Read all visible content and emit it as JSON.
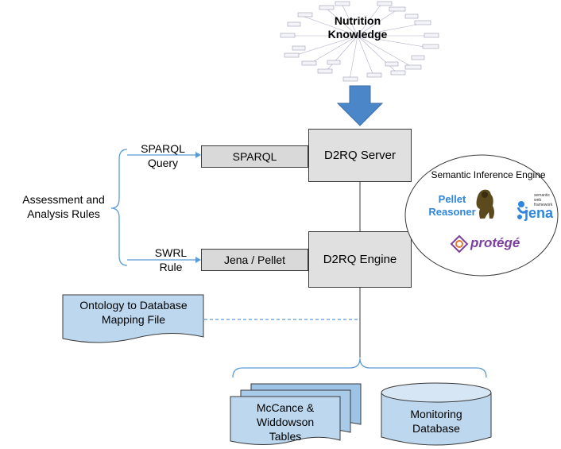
{
  "knowledge": {
    "title_line1": "Nutrition",
    "title_line2": "Knowledge"
  },
  "inputs": {
    "sparql_query_line1": "SPARQL",
    "sparql_query_line2": "Query",
    "swrl_rule_line1": "SWRL",
    "swrl_rule_line2": "Rule",
    "assessment_line1": "Assessment and",
    "assessment_line2": "Analysis Rules"
  },
  "components": {
    "sparql": "SPARQL",
    "d2rq_server": "D2RQ Server",
    "jena_pellet": "Jena / Pellet",
    "d2rq_engine": "D2RQ Engine"
  },
  "inference_engine": {
    "title": "Semantic Inference Engine",
    "pellet_line1": "Pellet",
    "pellet_line2": "Reasoner",
    "jena_label": "jena",
    "jena_tagline_line1": "semantic web",
    "jena_tagline_line2": "framework",
    "protege_label": "protégé"
  },
  "mapping": {
    "line1": "Ontology to Database",
    "line2": "Mapping File"
  },
  "data_sources": {
    "mccance_line1": "McCance &",
    "mccance_line2": "Widdowson",
    "mccance_line3": "Tables",
    "monitoring_line1": "Monitoring",
    "monitoring_line2": "Database"
  },
  "colors": {
    "arrow_blue": "#4a86c8",
    "connector_blue": "#5b9bd5",
    "doc_fill": "#bdd7ee",
    "box_fill": "#d9d9d9",
    "pellet_blue": "#2e86de"
  }
}
